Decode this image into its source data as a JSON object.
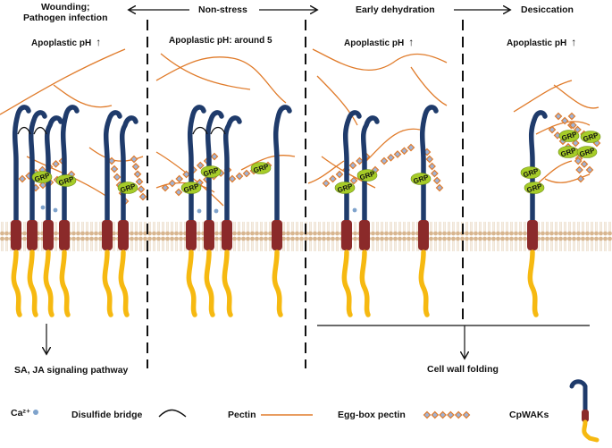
{
  "states": {
    "wounding": "Wounding;\nPathogen infection",
    "non_stress": "Non-stress",
    "early_dehydration": "Early dehydration",
    "desiccation": "Desiccation"
  },
  "apoplastic_ph": {
    "panel1": "Apoplastic pH",
    "panel2": "Apoplastic pH:  around 5",
    "panel3": "Apoplastic pH",
    "panel4": "Apoplastic pH",
    "up_arrow": "↑"
  },
  "outcomes": {
    "signaling": "SA, JA signaling pathway",
    "cell_wall": "Cell wall folding"
  },
  "grp_label": "GRP",
  "legend": {
    "calcium": "Ca²⁺",
    "disulfide": "Disulfide bridge",
    "pectin": "Pectin",
    "egg_box": "Egg-box pectin",
    "cpwaks": "CpWAKs"
  },
  "colors": {
    "wak_extracellular": "#1f3b6b",
    "wak_transmembrane": "#8b2a2a",
    "wak_kinase": "#f6b911",
    "pectin": "#e07b2a",
    "grp": "#a6cc28",
    "calcium": "#7fa3cc",
    "membrane": "#d9b994"
  }
}
